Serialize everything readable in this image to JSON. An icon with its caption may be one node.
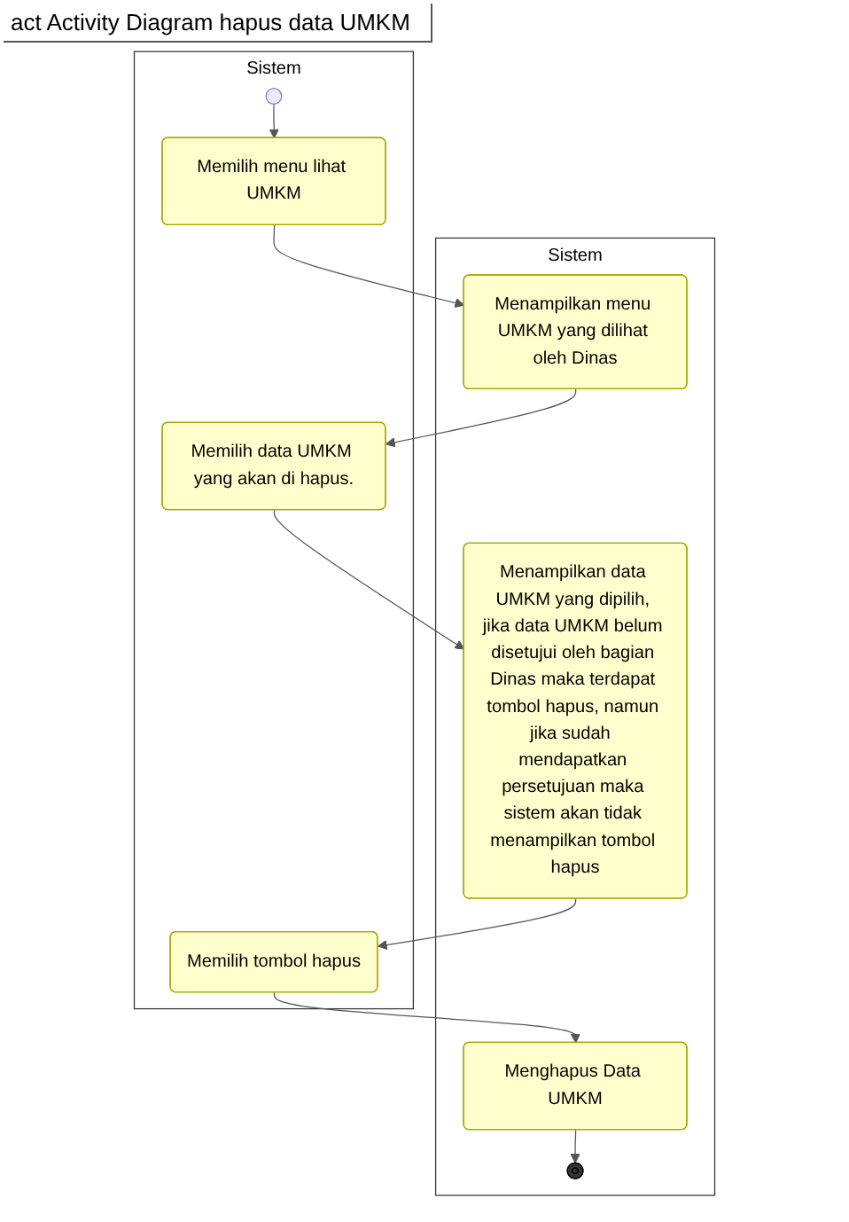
{
  "diagram": {
    "title": "act Activity Diagram hapus data UMKM",
    "nodes": [
      {
        "text": [
          "Sistem"
        ]
      },
      {
        "text": [
          "Sistem"
        ]
      },
      {
        "text": [],
        "shape": "circle",
        "in": 0
      },
      {
        "text": [
          "Memilih menu lihat UMKM"
        ],
        "in": 0
      },
      {
        "text": [
          "Menampilkan menu UMKM yang dilihat oleh Dinas"
        ],
        "in": 1
      },
      {
        "text": [
          "Memilih data UMKM yang akan di hapus."
        ],
        "in": 0
      },
      {
        "text": [
          "Menampilkan data UMKM yang dipilih, jika data UMKM belum disetujui oleh bagian Dinas maka terdapat tombol hapus, namun jika sudah  mendapatkan persetujuan maka sistem akan tidak menampilkan tombol hapus"
        ],
        "in": 1
      },
      {
        "text": [
          "Memilih tombol hapus"
        ],
        "in": 0
      },
      {
        "text": [
          "Menghapus Data UMKM"
        ],
        "in": 1
      },
      {
        "text": [],
        "shape": "circle",
        "in": 1
      }
    ],
    "edges": [
      {
        "from": 2,
        "to": 3,
        "arrow": "to"
      },
      {
        "from": 3,
        "to": 4,
        "arrow": "to"
      },
      {
        "from": 4,
        "to": 5,
        "arrow": "to"
      },
      {
        "from": 5,
        "to": 6,
        "arrow": "to"
      },
      {
        "from": 6,
        "to": 7,
        "arrow": "to"
      },
      {
        "from": 7,
        "to": 8,
        "arrow": "to"
      },
      {
        "from": 8,
        "to": 9,
        "arrow": "to"
      }
    ]
  }
}
